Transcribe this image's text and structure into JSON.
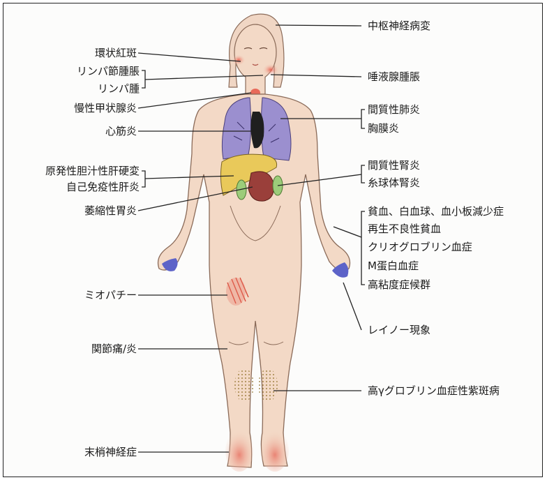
{
  "labels": {
    "left": [
      "環状紅斑",
      "リンパ節腫脹",
      "リンパ腫",
      "慢性甲状腺炎",
      "心筋炎",
      "原発性胆汁性肝硬変",
      "自己免疫性肝炎",
      "萎縮性胃炎",
      "ミオパチー",
      "関節痛/炎",
      "末梢神経症"
    ],
    "right": [
      "中枢神経病変",
      "唾液腺腫脹",
      "間質性肺炎",
      "胸膜炎",
      "間質性腎炎",
      "糸球体腎炎",
      "貧血、白血球、血小板減少症",
      "再生不良性貧血",
      "クリオグロブリン血症",
      "M蛋白血症",
      "高粘度症候群",
      "レイノー現象",
      "高γグロブリン血症性紫斑病"
    ]
  },
  "colors": {
    "skin": "#f3d9c6",
    "skin_outline": "#8a6a58",
    "lung": "#9b8fcf",
    "liver": "#e9c95a",
    "stomach": "#9a3f3a",
    "kidney": "#9ccc7a",
    "hands": "#5d63c8",
    "rash": "#e87a6a",
    "purpura": "#b8953e",
    "line": "#222222"
  }
}
